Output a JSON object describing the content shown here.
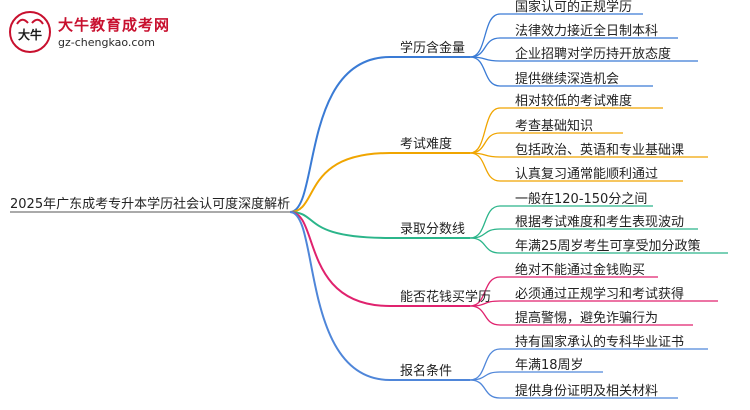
{
  "brand": {
    "logo_mark": "大牛",
    "title": "大牛教育成考网",
    "url": "gz-chengkao.com"
  },
  "mindmap": {
    "root": "2025年广东成考专升本学历社会认可度深度解析",
    "branches": [
      {
        "label": "学历含金量",
        "color": "#3a7bd5",
        "leaves": [
          "国家认可的正规学历",
          "法律效力接近全日制本科",
          "企业招聘对学历持开放态度",
          "提供继续深造机会"
        ]
      },
      {
        "label": "考试难度",
        "color": "#f0a500",
        "leaves": [
          "相对较低的考试难度",
          "考查基础知识",
          "包括政治、英语和专业基础课",
          "认真复习通常能顺利通过"
        ]
      },
      {
        "label": "录取分数线",
        "color": "#2bb58a",
        "leaves": [
          "一般在120-150分之间",
          "根据考试难度和考生表现波动",
          "年满25周岁考生可享受加分政策"
        ]
      },
      {
        "label": "能否花钱买学历",
        "color": "#e0226e",
        "leaves": [
          "绝对不能通过金钱购买",
          "必须通过正规学习和考试获得",
          "提高警惕，避免诈骗行为"
        ]
      },
      {
        "label": "报名条件",
        "color": "#4f86d9",
        "leaves": [
          "持有国家承认的专科毕业证书",
          "年满18周岁",
          "提供身份证明及相关材料"
        ]
      }
    ]
  }
}
